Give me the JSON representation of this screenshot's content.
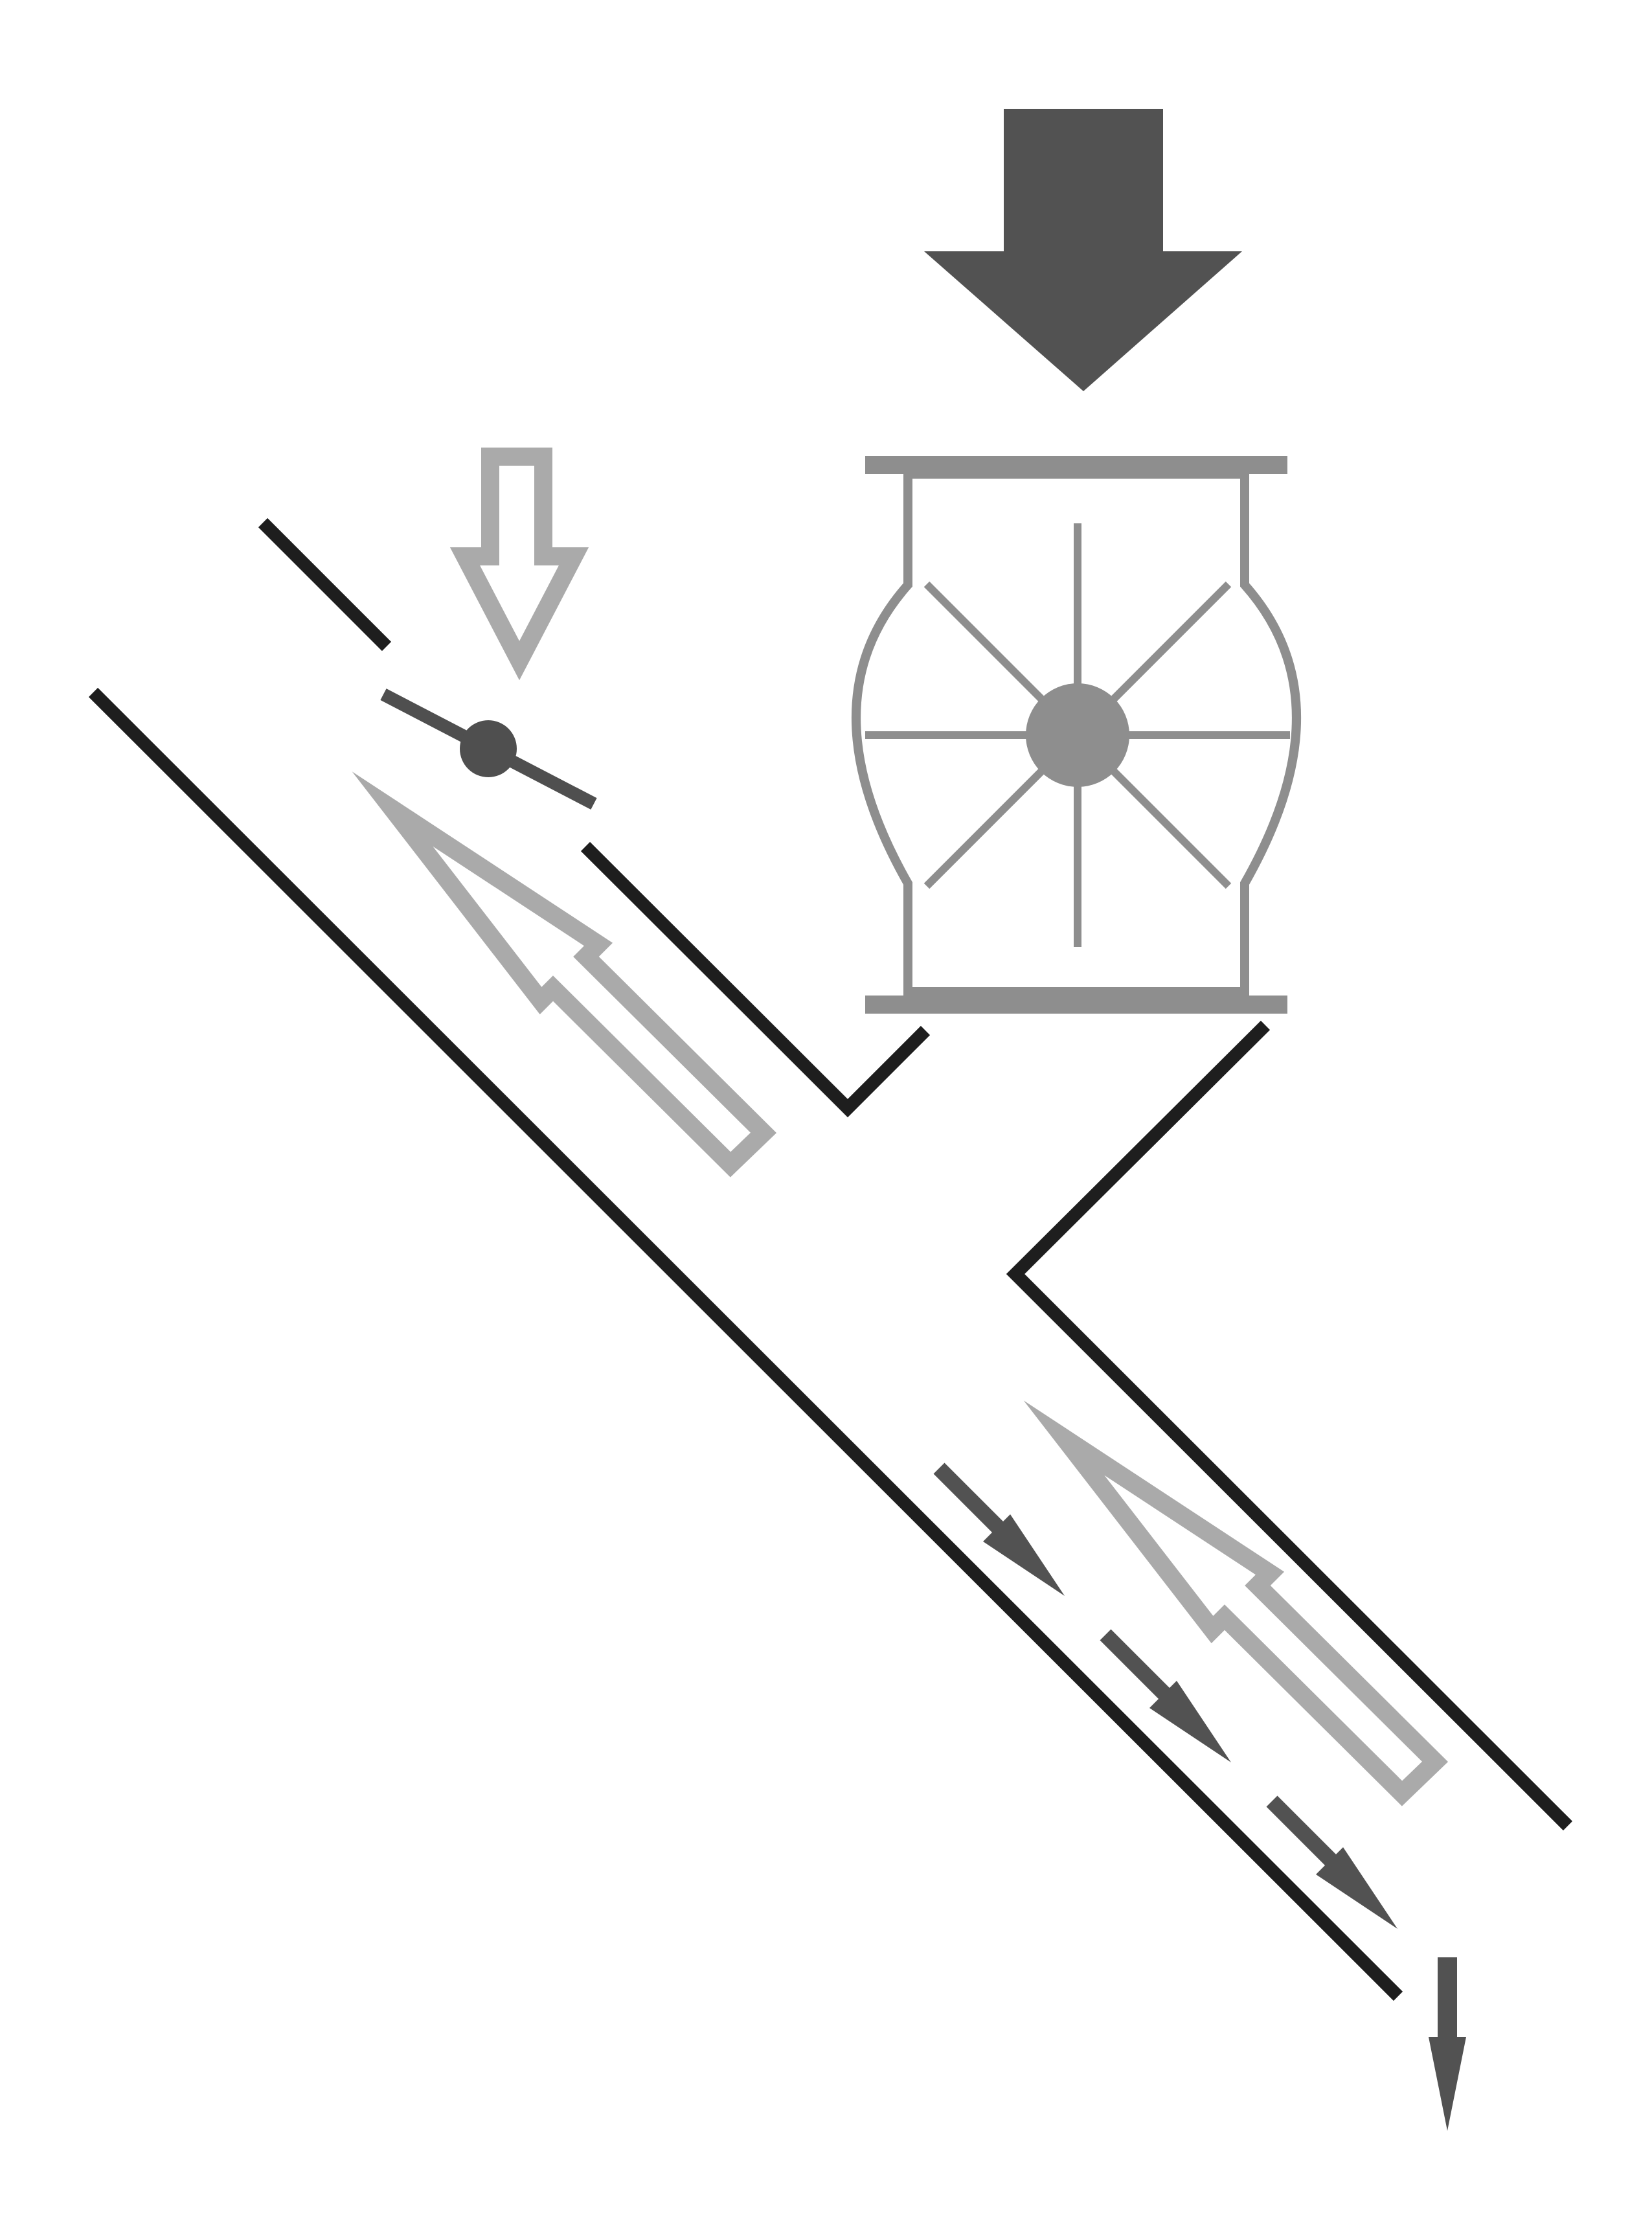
{
  "diagram": {
    "colors": {
      "background": "#ffffff",
      "pipe": "#1e1e1e",
      "feed_arrow": "#525252",
      "flow_arrow": "#525252",
      "return_air_arrow": "#aaaaaa",
      "rotary_valve": "#8e8e8e",
      "damper": "#4f4f4f"
    },
    "components": [
      {
        "name": "material-feed-arrow",
        "icon": "filled-down-arrow-icon"
      },
      {
        "name": "rotary-airlock-valve",
        "icon": "rotary-valve-icon",
        "vanes": 8
      },
      {
        "name": "air-inlet-arrow",
        "icon": "outline-down-arrow-icon"
      },
      {
        "name": "inlet-damper",
        "icon": "butterfly-damper-icon"
      },
      {
        "name": "conveying-pipe",
        "icon": "pipe-icon"
      },
      {
        "name": "return-air-arrows",
        "icon": "outline-diagonal-arrow-icon",
        "count": 2
      },
      {
        "name": "material-flow-arrows",
        "icon": "small-diagonal-arrow-icon",
        "count": 3
      },
      {
        "name": "discharge-arrow",
        "icon": "small-down-arrow-icon"
      }
    ]
  }
}
